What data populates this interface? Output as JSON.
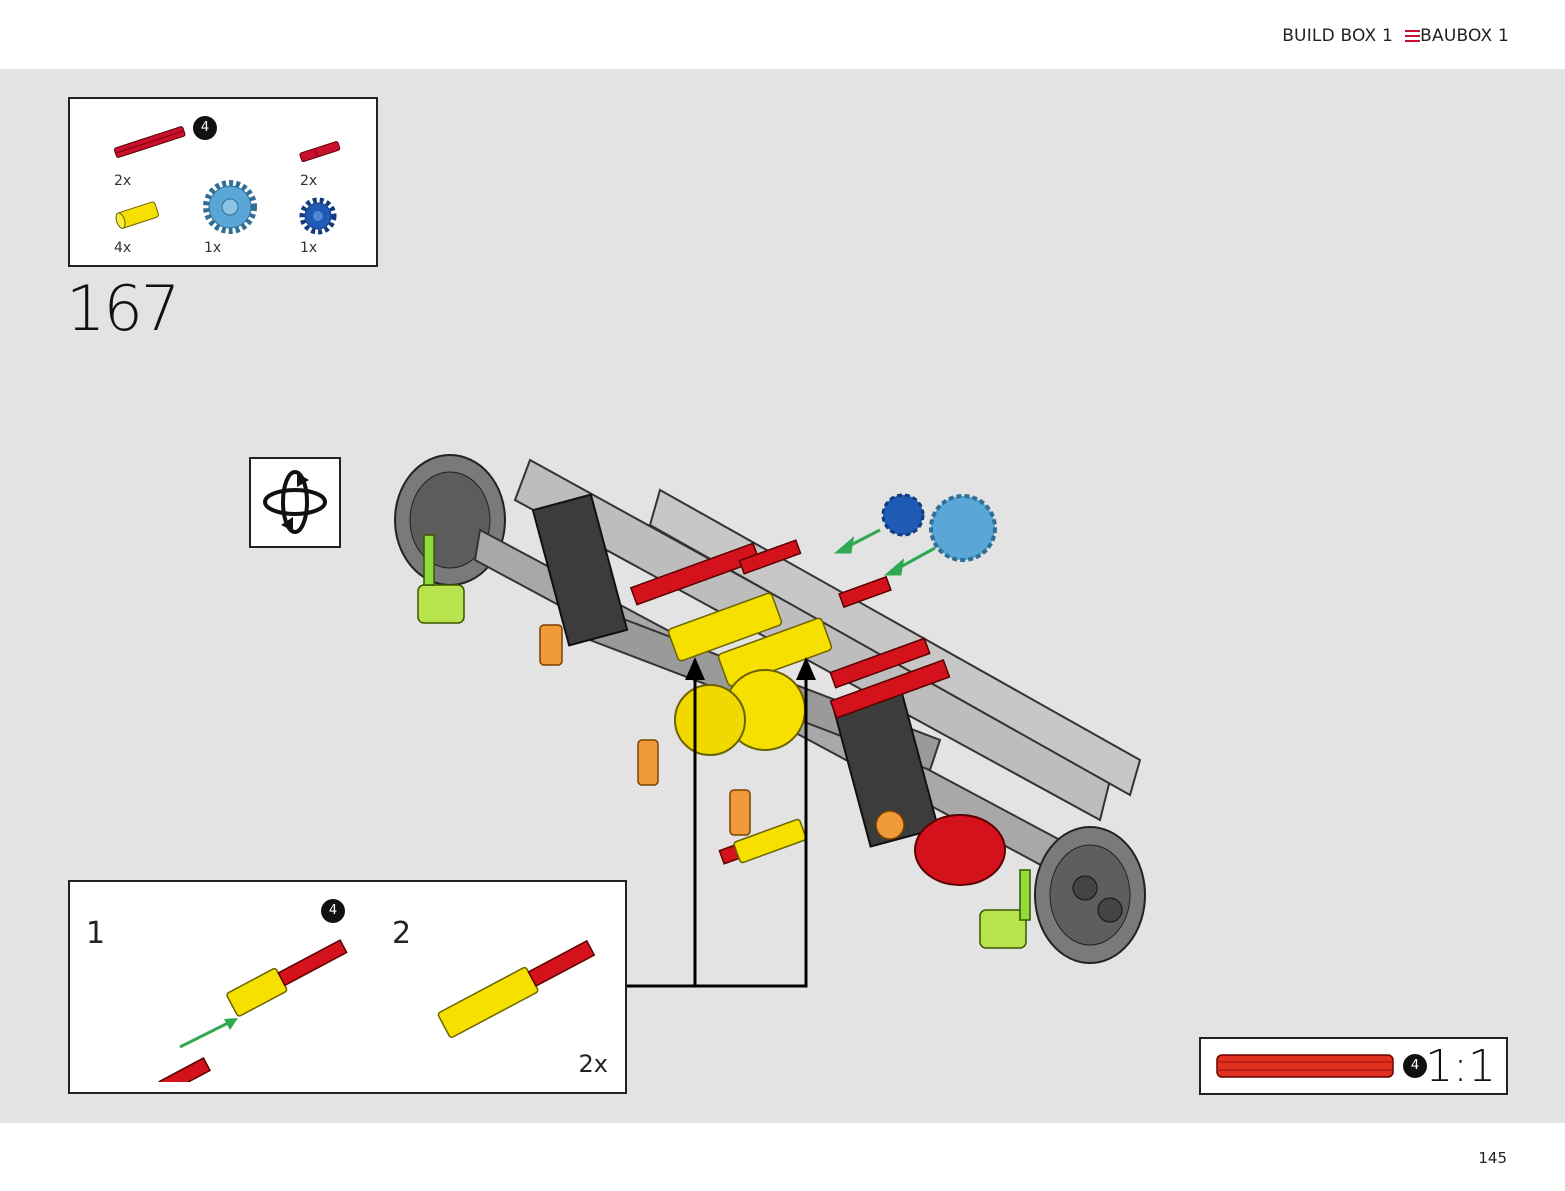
{
  "header": {
    "build_box_en": "BUILD BOX 1",
    "build_box_de": "BAUBOX 1",
    "separator_icon": "hamburger-icon",
    "accent_color": "#c8102e"
  },
  "parts_list": {
    "items": [
      {
        "name": "red-axle-long",
        "qty": "2x",
        "size_badge": "4",
        "color": "#c8102e"
      },
      {
        "name": "red-axle-short",
        "qty": "2x",
        "color": "#c8102e"
      },
      {
        "name": "yellow-connector",
        "qty": "4x",
        "color": "#f5e000"
      },
      {
        "name": "light-blue-gear-20",
        "qty": "1x",
        "color": "#5aa6d6"
      },
      {
        "name": "blue-gear-12",
        "qty": "1x",
        "color": "#1f5bb5"
      }
    ]
  },
  "step": {
    "number": "167"
  },
  "rotate_icon": "rotate-model-icon",
  "sub_assembly": {
    "step1": "1",
    "step2": "2",
    "badge": "4",
    "quantity": "2x"
  },
  "scale_callout": {
    "badge": "4",
    "ratio": "1:1",
    "part_color": "#e03020"
  },
  "page_number": "145"
}
